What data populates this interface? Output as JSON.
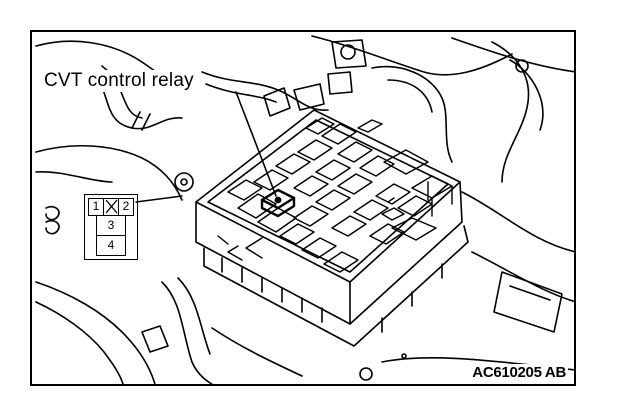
{
  "callout_label": "CVT control relay",
  "figure_id": "AC610205 AB",
  "connector": {
    "pins": [
      "1",
      "2",
      "3",
      "4"
    ]
  }
}
